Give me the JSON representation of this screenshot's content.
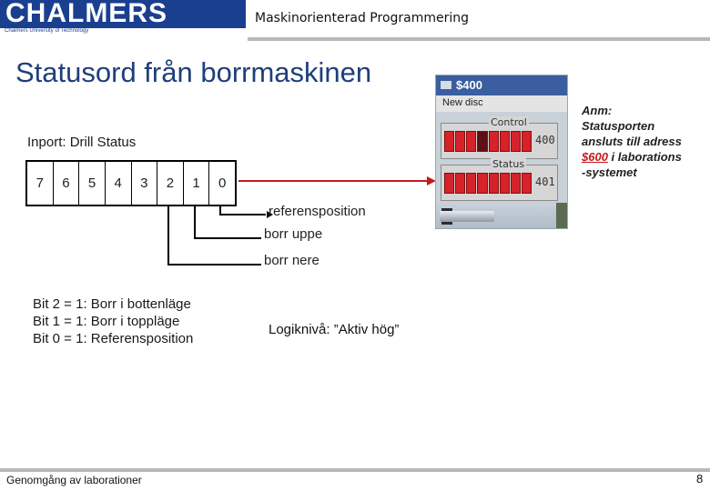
{
  "header": {
    "logo": "CHALMERS",
    "logo_subtitle": "Chalmers University of Technology",
    "course_title": "Maskinorienterad Programmering"
  },
  "slide": {
    "title": "Statusord från borrmaskinen",
    "inport_label": "Inport: Drill Status",
    "bits": [
      "7",
      "6",
      "5",
      "4",
      "3",
      "2",
      "1",
      "0"
    ],
    "signals": {
      "bit0": "referensposition",
      "bit1": "borr uppe",
      "bit2": "borr nere"
    },
    "bit_descriptions": [
      "Bit 2 = 1: Borr i bottenläge",
      "Bit 1 = 1: Borr i toppläge",
      "Bit 0 = 1: Referensposition"
    ],
    "logic_level": "Logiknivå: ”Aktiv hög”"
  },
  "machine_panel": {
    "window_title": "$400",
    "menu_item": "New disc",
    "control_label": "Control",
    "control_address": "400",
    "control_leds": [
      1,
      1,
      1,
      0,
      1,
      1,
      1,
      1
    ],
    "status_label": "Status",
    "status_address": "401",
    "status_leds": [
      1,
      1,
      1,
      1,
      1,
      1,
      1,
      1
    ]
  },
  "note": {
    "line1": "Anm:",
    "line2": "Statusporten",
    "line3": "ansluts till adress",
    "address": "$600",
    "line4_rest": " i laborations",
    "line5": "-systemet"
  },
  "footer": {
    "text": "Genomgång av laborationer",
    "page_number": "8"
  },
  "colors": {
    "brand_blue": "#1b3f8f",
    "title_blue": "#1f3f7a",
    "led_on": "#d7222a",
    "arrow_red": "#c41a1a"
  }
}
